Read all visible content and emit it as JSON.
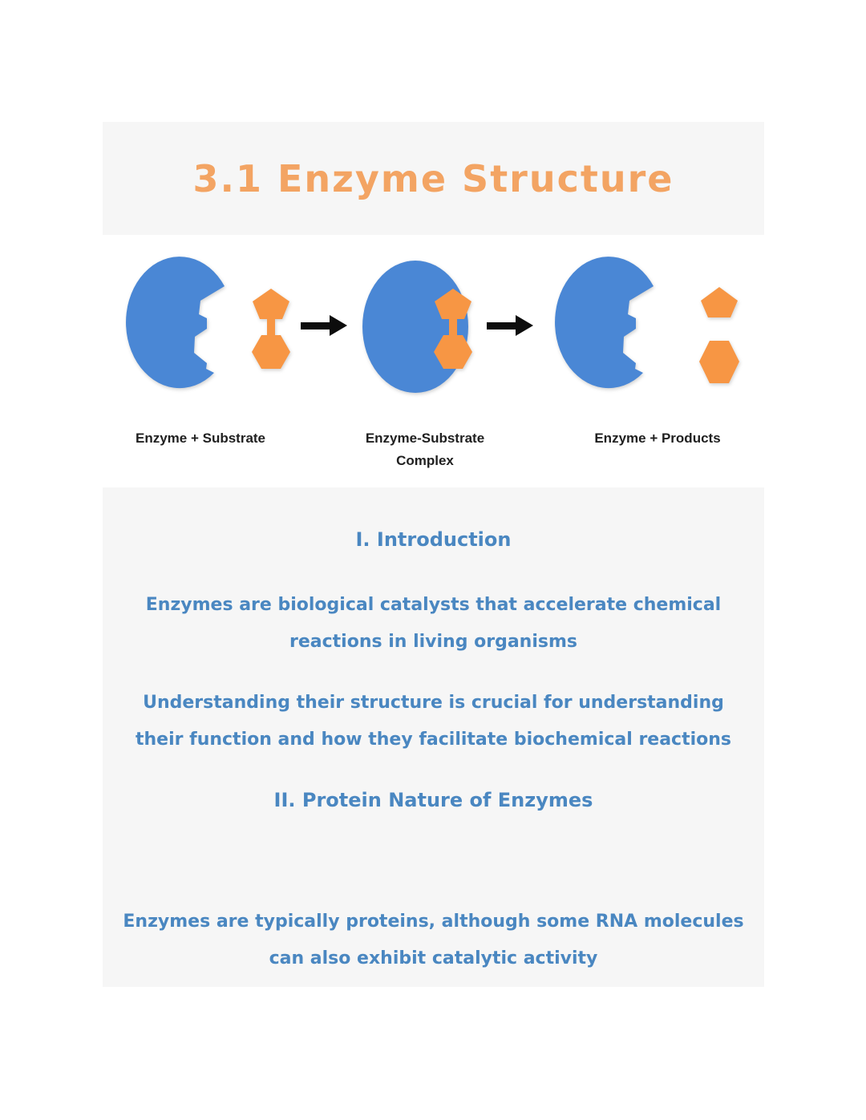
{
  "page": {
    "title": "3.1 Enzyme Structure"
  },
  "diagram": {
    "stages": [
      {
        "label": "Enzyme + Substrate"
      },
      {
        "label": "Enzyme-Substrate Complex"
      },
      {
        "label": "Enzyme + Products"
      }
    ],
    "icons": [
      "enzyme-shape",
      "substrate-shape",
      "arrow-right-icon",
      "enzyme-substrate-complex-shape",
      "product-shapes"
    ]
  },
  "sections": [
    {
      "heading": "I. Introduction",
      "paragraphs": [
        "Enzymes are biological catalysts that accelerate chemical reactions in living organisms",
        "Understanding their structure is crucial for understanding their function and how they facilitate biochemical reactions"
      ]
    },
    {
      "heading": "II. Protein Nature of Enzymes",
      "paragraphs": [
        "Enzymes are typically proteins, although some RNA molecules can also exhibit catalytic activity"
      ]
    }
  ],
  "colors": {
    "title_orange": "#f3a463",
    "enzyme_blue": "#4a87d5",
    "substrate_orange": "#f79644",
    "text_blue": "#4a87c1",
    "arrow_black": "#0d0d0d",
    "card_gray": "#f6f6f6"
  }
}
